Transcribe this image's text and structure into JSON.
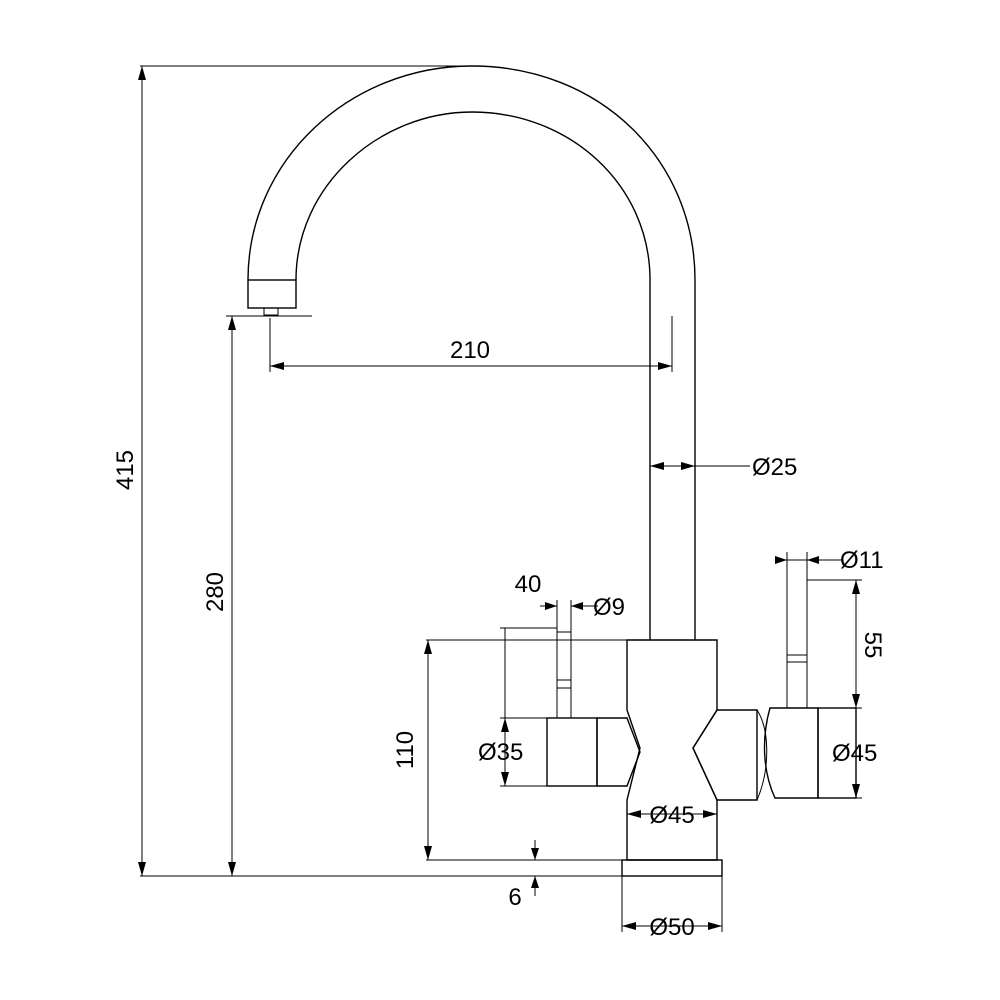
{
  "drawing": {
    "line_color": "#000000",
    "background": "#ffffff",
    "dimensions": {
      "total_height": "415",
      "spout_height": "280",
      "spout_reach": "210",
      "spout_diameter": "Ø25",
      "body_height": "110",
      "left_lever_offset": "40",
      "left_lever_diameter": "Ø9",
      "left_handle_diameter": "Ø35",
      "body_diameter": "Ø45",
      "base_thickness": "6",
      "base_diameter": "Ø50",
      "right_lever_diameter": "Ø11",
      "right_lever_length": "55",
      "right_handle_diameter": "Ø45"
    }
  }
}
